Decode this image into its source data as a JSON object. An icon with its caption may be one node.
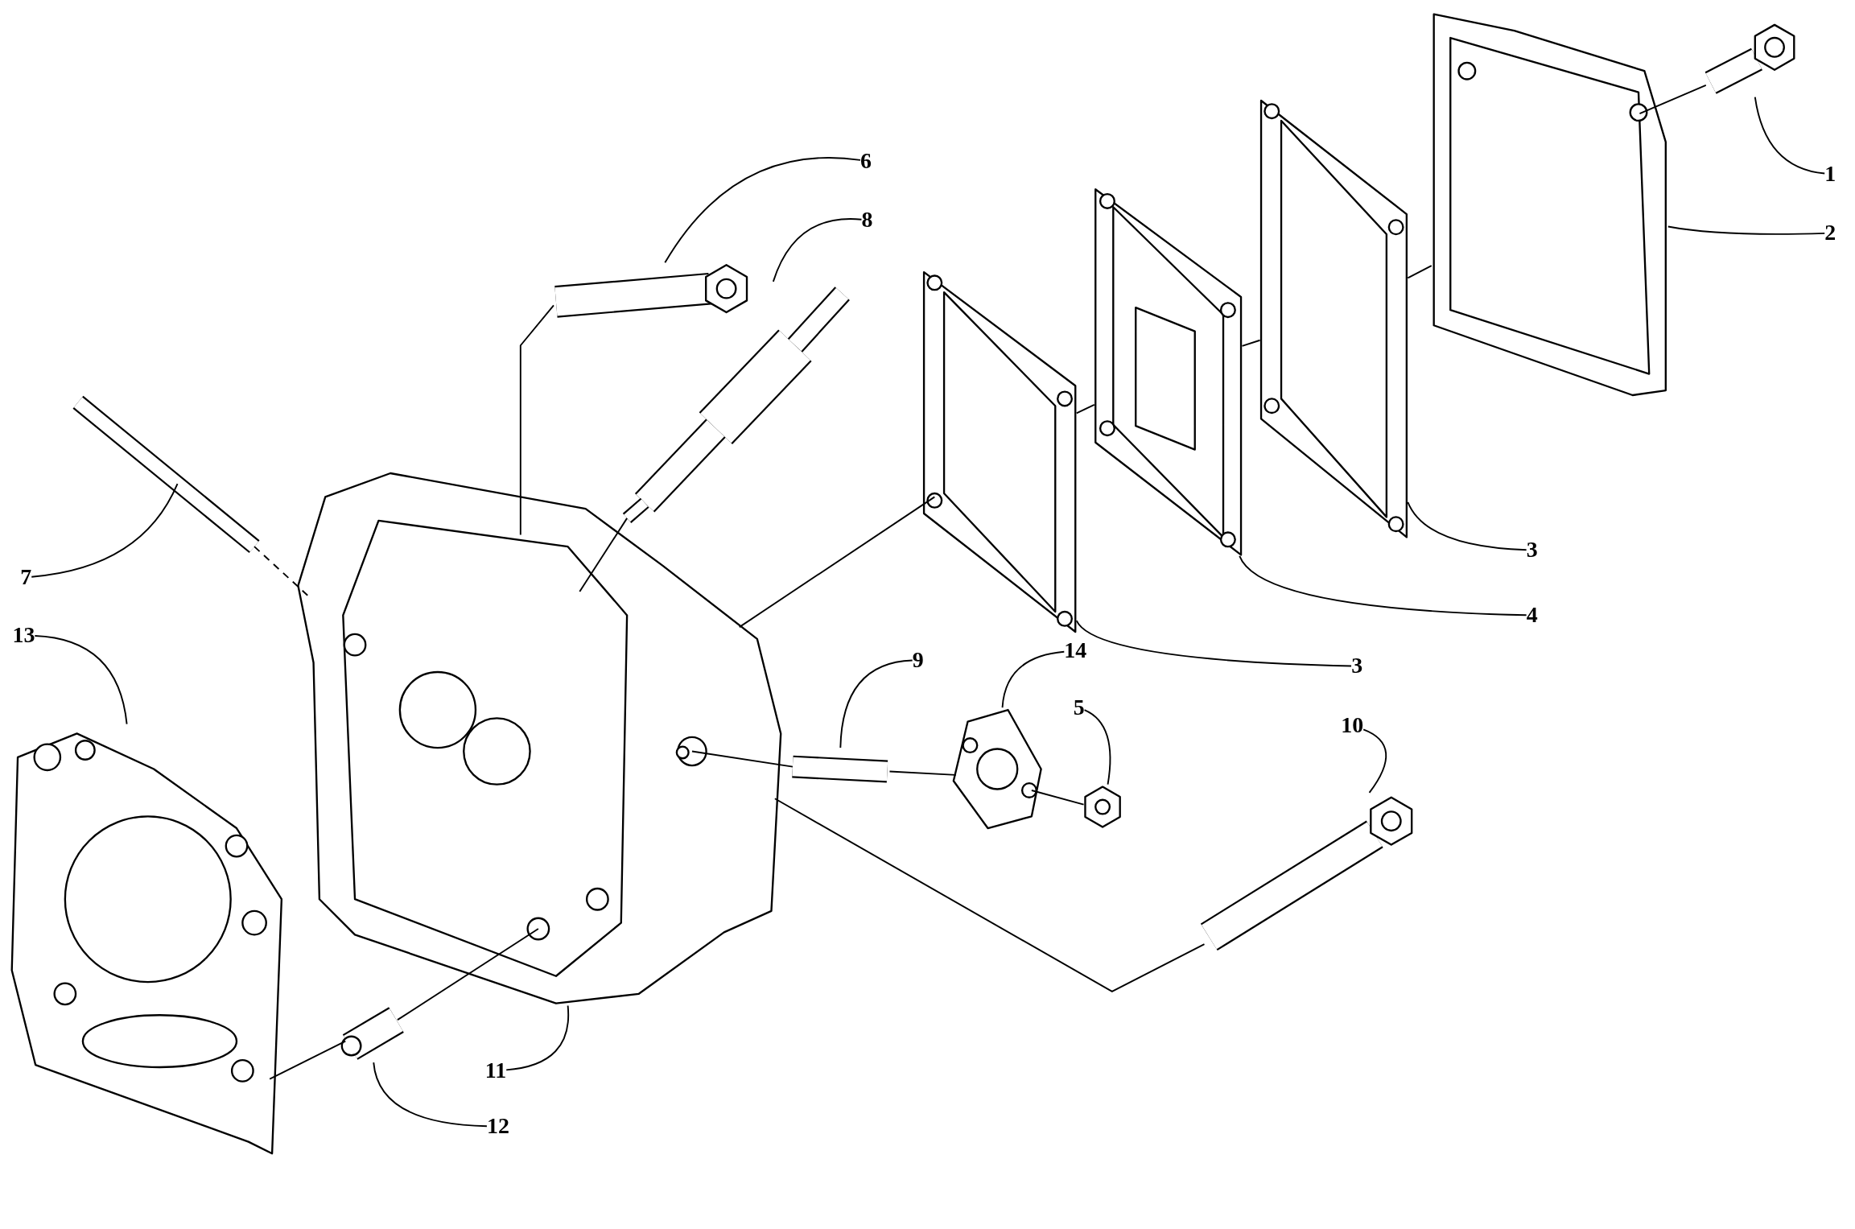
{
  "diagram": {
    "nodes": [
      {
        "text": [
          "1"
        ]
      },
      {
        "text": [
          "2"
        ]
      },
      {
        "text": [
          "3"
        ]
      },
      {
        "text": [
          "3"
        ]
      },
      {
        "text": [
          "4"
        ]
      },
      {
        "text": [
          "5"
        ]
      },
      {
        "text": [
          "6"
        ]
      },
      {
        "text": [
          "7"
        ]
      },
      {
        "text": [
          "8"
        ]
      },
      {
        "text": [
          "9"
        ]
      },
      {
        "text": [
          "10"
        ]
      },
      {
        "text": [
          "11"
        ]
      },
      {
        "text": [
          "12"
        ]
      },
      {
        "text": [
          "13"
        ]
      },
      {
        "text": [
          "14"
        ]
      },
      {
        "text": [],
        "shape": "picture"
      },
      {
        "text": [],
        "shape": "picture"
      },
      {
        "text": [],
        "shape": "picture"
      },
      {
        "text": [],
        "shape": "picture"
      },
      {
        "text": [],
        "shape": "picture"
      },
      {
        "text": [],
        "shape": "picture"
      },
      {
        "text": [],
        "shape": "picture"
      },
      {
        "text": [],
        "shape": "picture"
      },
      {
        "text": [],
        "shape": "picture"
      },
      {
        "text": [],
        "shape": "picture"
      },
      {
        "text": [],
        "shape": "picture"
      },
      {
        "text": [],
        "shape": "picture"
      },
      {
        "text": [],
        "shape": "picture"
      },
      {
        "text": [],
        "shape": "picture"
      },
      {
        "text": [],
        "shape": "picture"
      }
    ],
    "edges": [
      {
        "from": 0,
        "to": 15,
        "arrow": "none"
      },
      {
        "from": 1,
        "to": 16,
        "arrow": "none"
      },
      {
        "from": 2,
        "to": 17,
        "arrow": "none"
      },
      {
        "from": 3,
        "to": 18,
        "arrow": "none"
      },
      {
        "from": 4,
        "to": 19,
        "arrow": "none"
      },
      {
        "from": 5,
        "to": 20,
        "arrow": "none"
      },
      {
        "from": 6,
        "to": 21,
        "arrow": "none"
      },
      {
        "from": 7,
        "to": 22,
        "arrow": "none"
      },
      {
        "from": 8,
        "to": 23,
        "arrow": "none"
      },
      {
        "from": 9,
        "to": 24,
        "arrow": "none"
      },
      {
        "from": 10,
        "to": 25,
        "arrow": "none"
      },
      {
        "from": 11,
        "to": 26,
        "arrow": "none"
      },
      {
        "from": 12,
        "to": 27,
        "arrow": "none"
      },
      {
        "from": 13,
        "to": 28,
        "arrow": "none"
      },
      {
        "from": 14,
        "to": 29,
        "arrow": "none"
      },
      {
        "from": 15,
        "to": 16,
        "arrow": "none"
      },
      {
        "from": 16,
        "to": 17,
        "arrow": "none"
      },
      {
        "from": 17,
        "to": 19,
        "arrow": "none"
      },
      {
        "from": 19,
        "to": 18,
        "arrow": "none"
      },
      {
        "from": 18,
        "to": 26,
        "arrow": "none"
      },
      {
        "from": 21,
        "to": 26,
        "arrow": "none"
      },
      {
        "from": 22,
        "to": 26,
        "arrow": "none",
        "style": "dashed"
      },
      {
        "from": 23,
        "to": 26,
        "arrow": "none"
      },
      {
        "from": 24,
        "to": 29,
        "arrow": "none"
      },
      {
        "from": 29,
        "to": 20,
        "arrow": "none"
      },
      {
        "from": 26,
        "to": 24,
        "arrow": "none"
      },
      {
        "from": 25,
        "to": 26,
        "arrow": "none"
      },
      {
        "from": 27,
        "to": 26,
        "arrow": "none"
      },
      {
        "from": 28,
        "to": 27,
        "arrow": "none"
      }
    ]
  }
}
